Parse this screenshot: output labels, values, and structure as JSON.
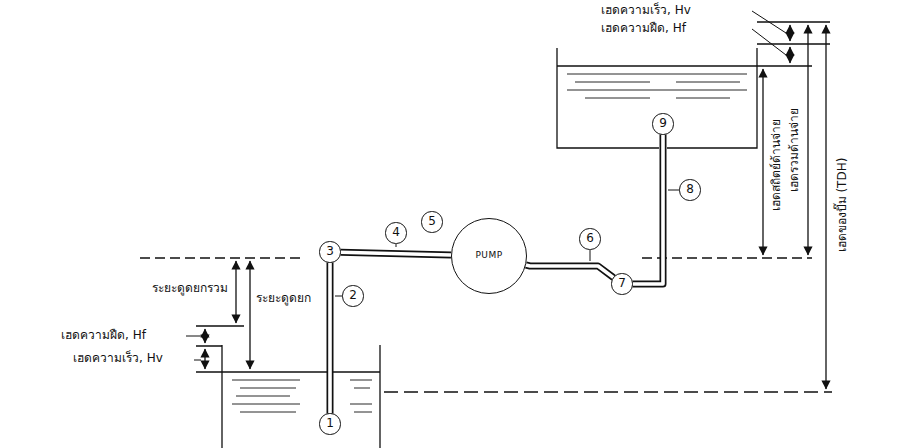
{
  "diagram": {
    "nodes": [
      {
        "text": [
          "1"
        ]
      },
      {
        "text": [
          "2"
        ]
      },
      {
        "text": [
          "3"
        ]
      },
      {
        "text": [
          "4"
        ]
      },
      {
        "text": [
          "5"
        ]
      },
      {
        "text": [
          "PUMP"
        ]
      },
      {
        "text": [
          "6"
        ]
      },
      {
        "text": [
          "7"
        ]
      },
      {
        "text": [
          "8"
        ]
      },
      {
        "text": [
          "9"
        ]
      }
    ],
    "edges": [
      {
        "from": 0,
        "to": 2,
        "arrow": "none"
      },
      {
        "from": 2,
        "to": 5,
        "arrow": "none"
      },
      {
        "from": 5,
        "to": 7,
        "arrow": "none"
      },
      {
        "from": 7,
        "to": 9,
        "arrow": "none"
      }
    ],
    "labels": [
      "เฮดความเร็ว, Hv",
      "เฮดความฝืด, Hf",
      "เฮดสถิตย์ด้านจ่าย",
      "เฮดรวมด้านจ่าย",
      "เฮดของปั๊ม (TDH)",
      "ระยะดูดยก",
      "ระยะดูดยกรวม",
      "เฮดความฝืด, Hf",
      "เฮดความเร็ว, Hv"
    ]
  }
}
